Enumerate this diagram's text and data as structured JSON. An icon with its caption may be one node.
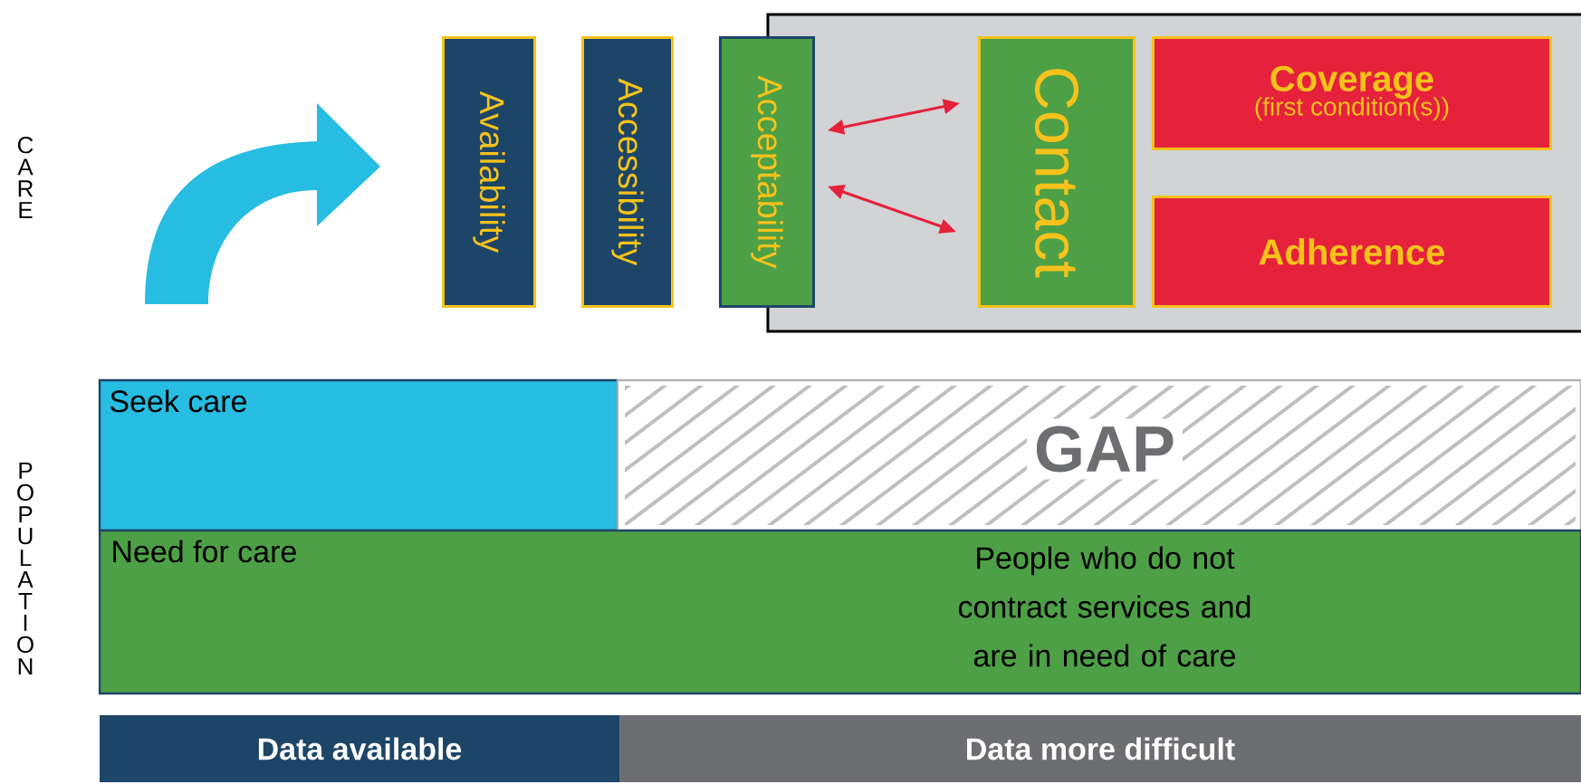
{
  "diagram": {
    "nodes": [
      {
        "text": [
          "Availability"
        ]
      },
      {
        "text": [
          "Accessibility"
        ]
      },
      {
        "text": [
          "Acceptability"
        ]
      },
      {
        "text": [],
        "shape": "box"
      },
      {
        "text": [
          "Contact"
        ],
        "in": 3
      },
      {
        "text": [
          "Coverage",
          "(first condition(s))"
        ],
        "in": 3
      },
      {
        "text": [
          "Adherence"
        ],
        "in": 3
      },
      {
        "text": [
          "Seek care"
        ]
      },
      {
        "text": [
          "GAP"
        ]
      },
      {
        "text": [
          "Need for care",
          "People who do not contract services and are in need of care"
        ]
      },
      {
        "text": [
          "Data available"
        ]
      },
      {
        "text": [
          "Data more difficult"
        ]
      }
    ],
    "edges": [
      {
        "from": 2,
        "to": 4,
        "arrow": "both"
      },
      {
        "from": 2,
        "to": 4,
        "arrow": "both"
      }
    ],
    "labels": [
      "CARE",
      "POPULATION"
    ]
  }
}
